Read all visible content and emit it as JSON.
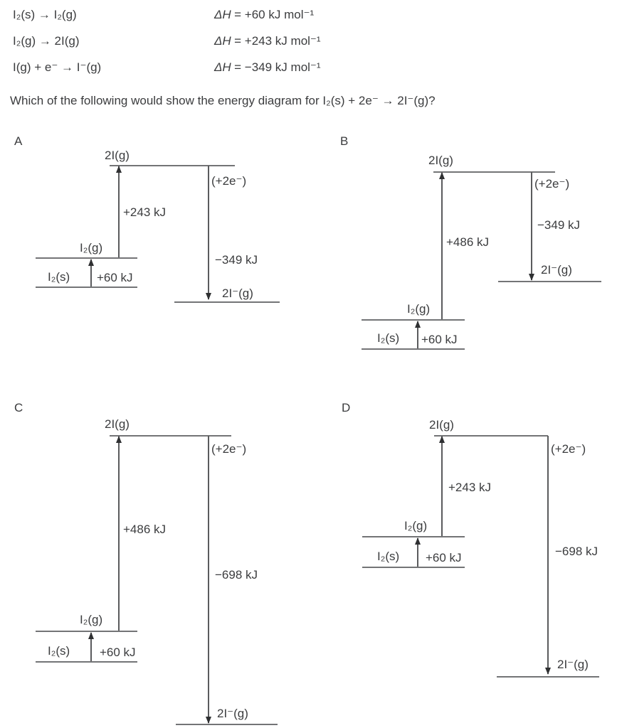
{
  "header": {
    "equations": [
      {
        "lhs": "I₂(s) → I₂(g)",
        "dh_symbol": "ΔH",
        "dh_value": "= +60 kJ mol⁻¹"
      },
      {
        "lhs": "I₂(g) → 2I(g)",
        "dh_symbol": "ΔH",
        "dh_value": "= +243 kJ mol⁻¹"
      },
      {
        "lhs": "I(g) + e⁻ → I⁻(g)",
        "dh_symbol": "ΔH",
        "dh_value": "= −349 kJ mol⁻¹"
      }
    ],
    "prompt": "Which of the following would show the energy diagram for I₂(s) + 2e⁻ → 2I⁻(g)?"
  },
  "options": [
    {
      "letter": "A",
      "levels": {
        "atoms": "2I(g)",
        "gas": "I₂(g)",
        "solid": "I₂(s)",
        "ions": "2I⁻(g)"
      },
      "arrows": {
        "sublimation": "+60 kJ",
        "dissociation": "+243 kJ",
        "electrons": "(+2e⁻)",
        "affinity": "−349 kJ"
      }
    },
    {
      "letter": "B",
      "levels": {
        "atoms": "2I(g)",
        "gas": "I₂(g)",
        "solid": "I₂(s)",
        "ions": "2I⁻(g)"
      },
      "arrows": {
        "sublimation": "+60 kJ",
        "dissociation": "+486 kJ",
        "electrons": "(+2e⁻)",
        "affinity": "−349 kJ"
      }
    },
    {
      "letter": "C",
      "levels": {
        "atoms": "2I(g)",
        "gas": "I₂(g)",
        "solid": "I₂(s)",
        "ions": "2I⁻(g)"
      },
      "arrows": {
        "sublimation": "+60 kJ",
        "dissociation": "+486 kJ",
        "electrons": "(+2e⁻)",
        "affinity": "−698 kJ"
      }
    },
    {
      "letter": "D",
      "levels": {
        "atoms": "2I(g)",
        "gas": "I₂(g)",
        "solid": "I₂(s)",
        "ions": "2I⁻(g)"
      },
      "arrows": {
        "sublimation": "+60 kJ",
        "dissociation": "+243 kJ",
        "electrons": "(+2e⁻)",
        "affinity": "−698 kJ"
      }
    }
  ],
  "colors": {
    "text": "#3b3c3e",
    "level_line": "#737476",
    "arrow_stem": "#5a5b5d",
    "arrow_head": "#2f3032"
  }
}
